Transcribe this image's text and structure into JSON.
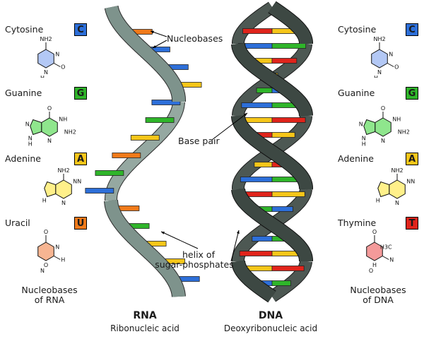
{
  "colors": {
    "cytosine": "#2d6fd9",
    "guanine": "#2fb52a",
    "adenine": "#f6c619",
    "uracil": "#f07a1a",
    "thymine": "#e0241b",
    "rna_strand": "#7e938c",
    "dna_strand": "#3d4843"
  },
  "left_panel": {
    "bases": [
      {
        "name": "Cytosine",
        "letter": "C",
        "color": "#2d6fd9",
        "icon": "cytosine-molecule",
        "atoms": [
          "NH2",
          "N",
          "O",
          "N",
          "H"
        ]
      },
      {
        "name": "Guanine",
        "letter": "G",
        "color": "#2fb52a",
        "icon": "guanine-molecule",
        "atoms": [
          "O",
          "N",
          "H",
          "NH2",
          "N",
          "N",
          "N",
          "H"
        ]
      },
      {
        "name": "Adenine",
        "letter": "A",
        "color": "#f6c619",
        "icon": "adenine-molecule",
        "atoms": [
          "NH2",
          "N",
          "N",
          "N",
          "N",
          "H"
        ]
      },
      {
        "name": "Uracil",
        "letter": "U",
        "color": "#f07a1a",
        "icon": "uracil-molecule",
        "atoms": [
          "O",
          "N",
          "H",
          "O",
          "N",
          "H"
        ]
      }
    ],
    "caption_line1": "Nucleobases",
    "caption_line2": "of RNA"
  },
  "right_panel": {
    "bases": [
      {
        "name": "Cytosine",
        "letter": "C",
        "color": "#2d6fd9",
        "icon": "cytosine-molecule",
        "atoms": [
          "NH2",
          "N",
          "O",
          "N",
          "H"
        ]
      },
      {
        "name": "Guanine",
        "letter": "G",
        "color": "#2fb52a",
        "icon": "guanine-molecule",
        "atoms": [
          "O",
          "N",
          "H",
          "NH2",
          "N",
          "N",
          "N",
          "H"
        ]
      },
      {
        "name": "Adenine",
        "letter": "A",
        "color": "#f6c619",
        "icon": "adenine-molecule",
        "atoms": [
          "NH2",
          "N",
          "N",
          "N",
          "N",
          "H"
        ]
      },
      {
        "name": "Thymine",
        "letter": "T",
        "color": "#e0241b",
        "icon": "thymine-molecule",
        "atoms": [
          "O",
          "H3C",
          "N",
          "H",
          "O",
          "N",
          "H"
        ]
      }
    ],
    "caption_line1": "Nucleobases",
    "caption_line2": "of DNA"
  },
  "annotations": {
    "nucleobases": "Nucleobases",
    "base_pair": "Base pair",
    "helix_line1": "helix of",
    "helix_line2": "sugar-phosphates"
  },
  "captions": {
    "rna_title": "RNA",
    "rna_sub": "Ribonucleic acid",
    "dna_title": "DNA",
    "dna_sub": "Deoxyribonucleic acid"
  },
  "rna_bases": [
    "orange",
    "blue",
    "blue",
    "yellow",
    "blue",
    "green",
    "yellow",
    "orange",
    "green",
    "blue",
    "orange",
    "green",
    "yellow",
    "yellow",
    "blue"
  ],
  "dna_pairs": [
    [
      "red",
      "yellow"
    ],
    [
      "blue",
      "green"
    ],
    [
      "yellow",
      "red"
    ],
    [
      "red",
      "yellow"
    ],
    [
      "green",
      "blue"
    ],
    [
      "blue",
      "green"
    ],
    [
      "yellow",
      "red"
    ],
    [
      "red",
      "yellow"
    ],
    [
      "green",
      "blue"
    ],
    [
      "yellow",
      "red"
    ],
    [
      "blue",
      "green"
    ],
    [
      "red",
      "yellow"
    ],
    [
      "green",
      "blue"
    ],
    [
      "yellow",
      "red"
    ],
    [
      "blue",
      "green"
    ],
    [
      "red",
      "yellow"
    ],
    [
      "yellow",
      "red"
    ],
    [
      "blue",
      "green"
    ]
  ]
}
